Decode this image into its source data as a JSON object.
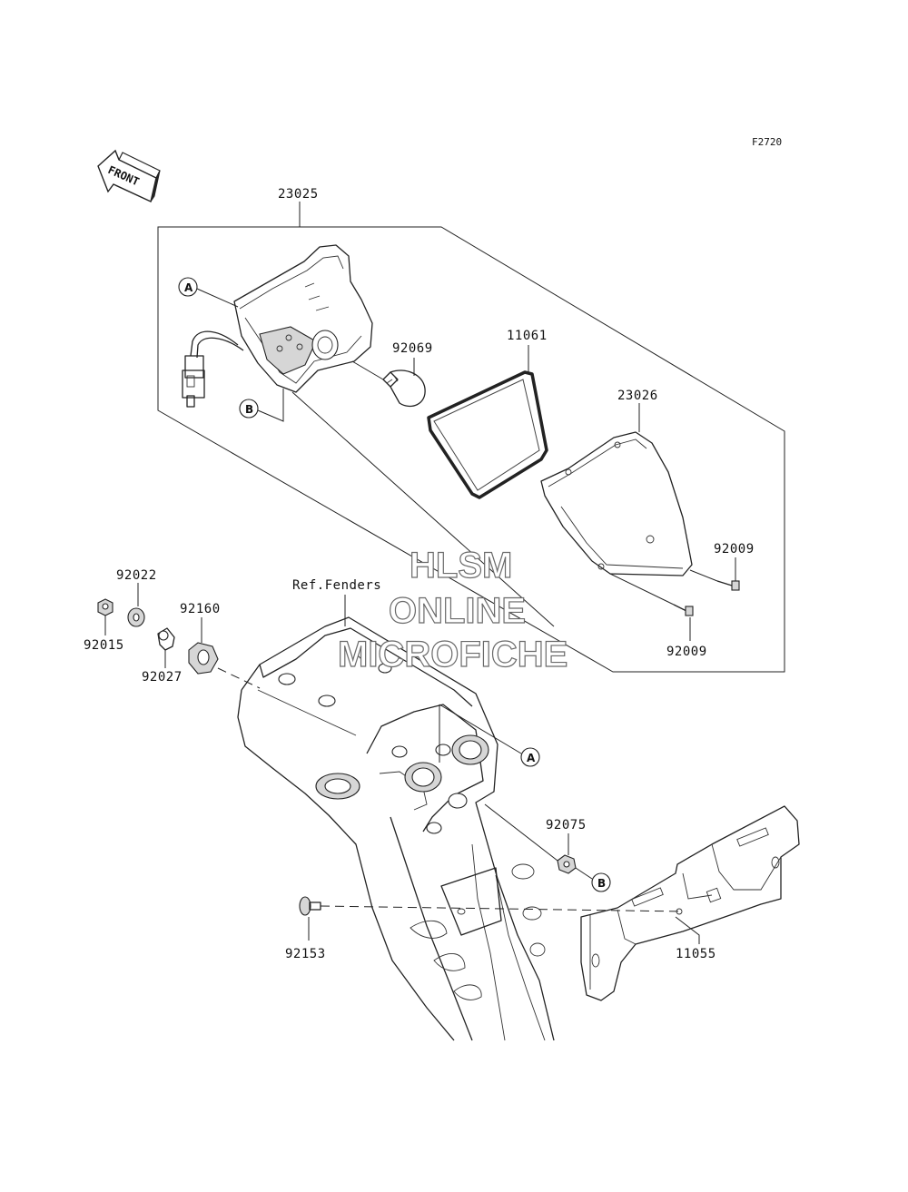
{
  "diagram": {
    "code": "F2720",
    "front_label": "FRONT",
    "ref_label": "Ref.Fenders",
    "watermark": [
      "HLSM",
      "ONLINE",
      "MICROFICHE"
    ],
    "callouts": [
      "A",
      "B"
    ],
    "parts": {
      "p23025": "23025",
      "p11061": "11061",
      "p92069": "92069",
      "p23026": "23026",
      "p92009a": "92009",
      "p92009b": "92009",
      "p92022": "92022",
      "p92015": "92015",
      "p92160": "92160",
      "p92027": "92027",
      "p92075": "92075",
      "p92153": "92153",
      "p11055": "11055"
    }
  }
}
